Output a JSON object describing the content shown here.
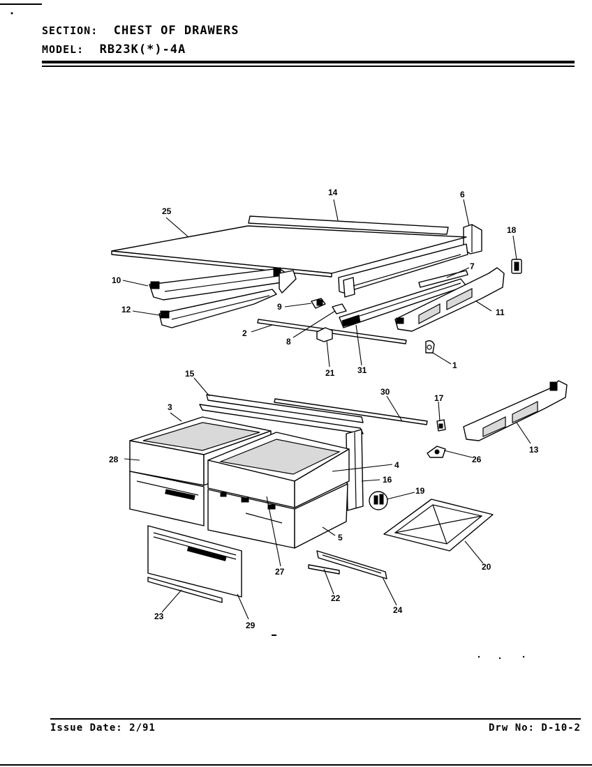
{
  "header": {
    "section_label": "SECTION:",
    "section_value": "CHEST OF DRAWERS",
    "model_label": "MODEL:",
    "model_value": "RB23K(*)-4A"
  },
  "footer": {
    "issue_date": "Issue Date: 2/91",
    "drawing_number": "Drw No: D-10-2"
  },
  "callouts": [
    "1",
    "2",
    "3",
    "4",
    "5",
    "6",
    "7",
    "8",
    "9",
    "10",
    "11",
    "12",
    "13",
    "14",
    "15",
    "16",
    "17",
    "18",
    "19",
    "20",
    "21",
    "22",
    "23",
    "24",
    "25",
    "26",
    "27",
    "28",
    "29",
    "30",
    "31"
  ]
}
